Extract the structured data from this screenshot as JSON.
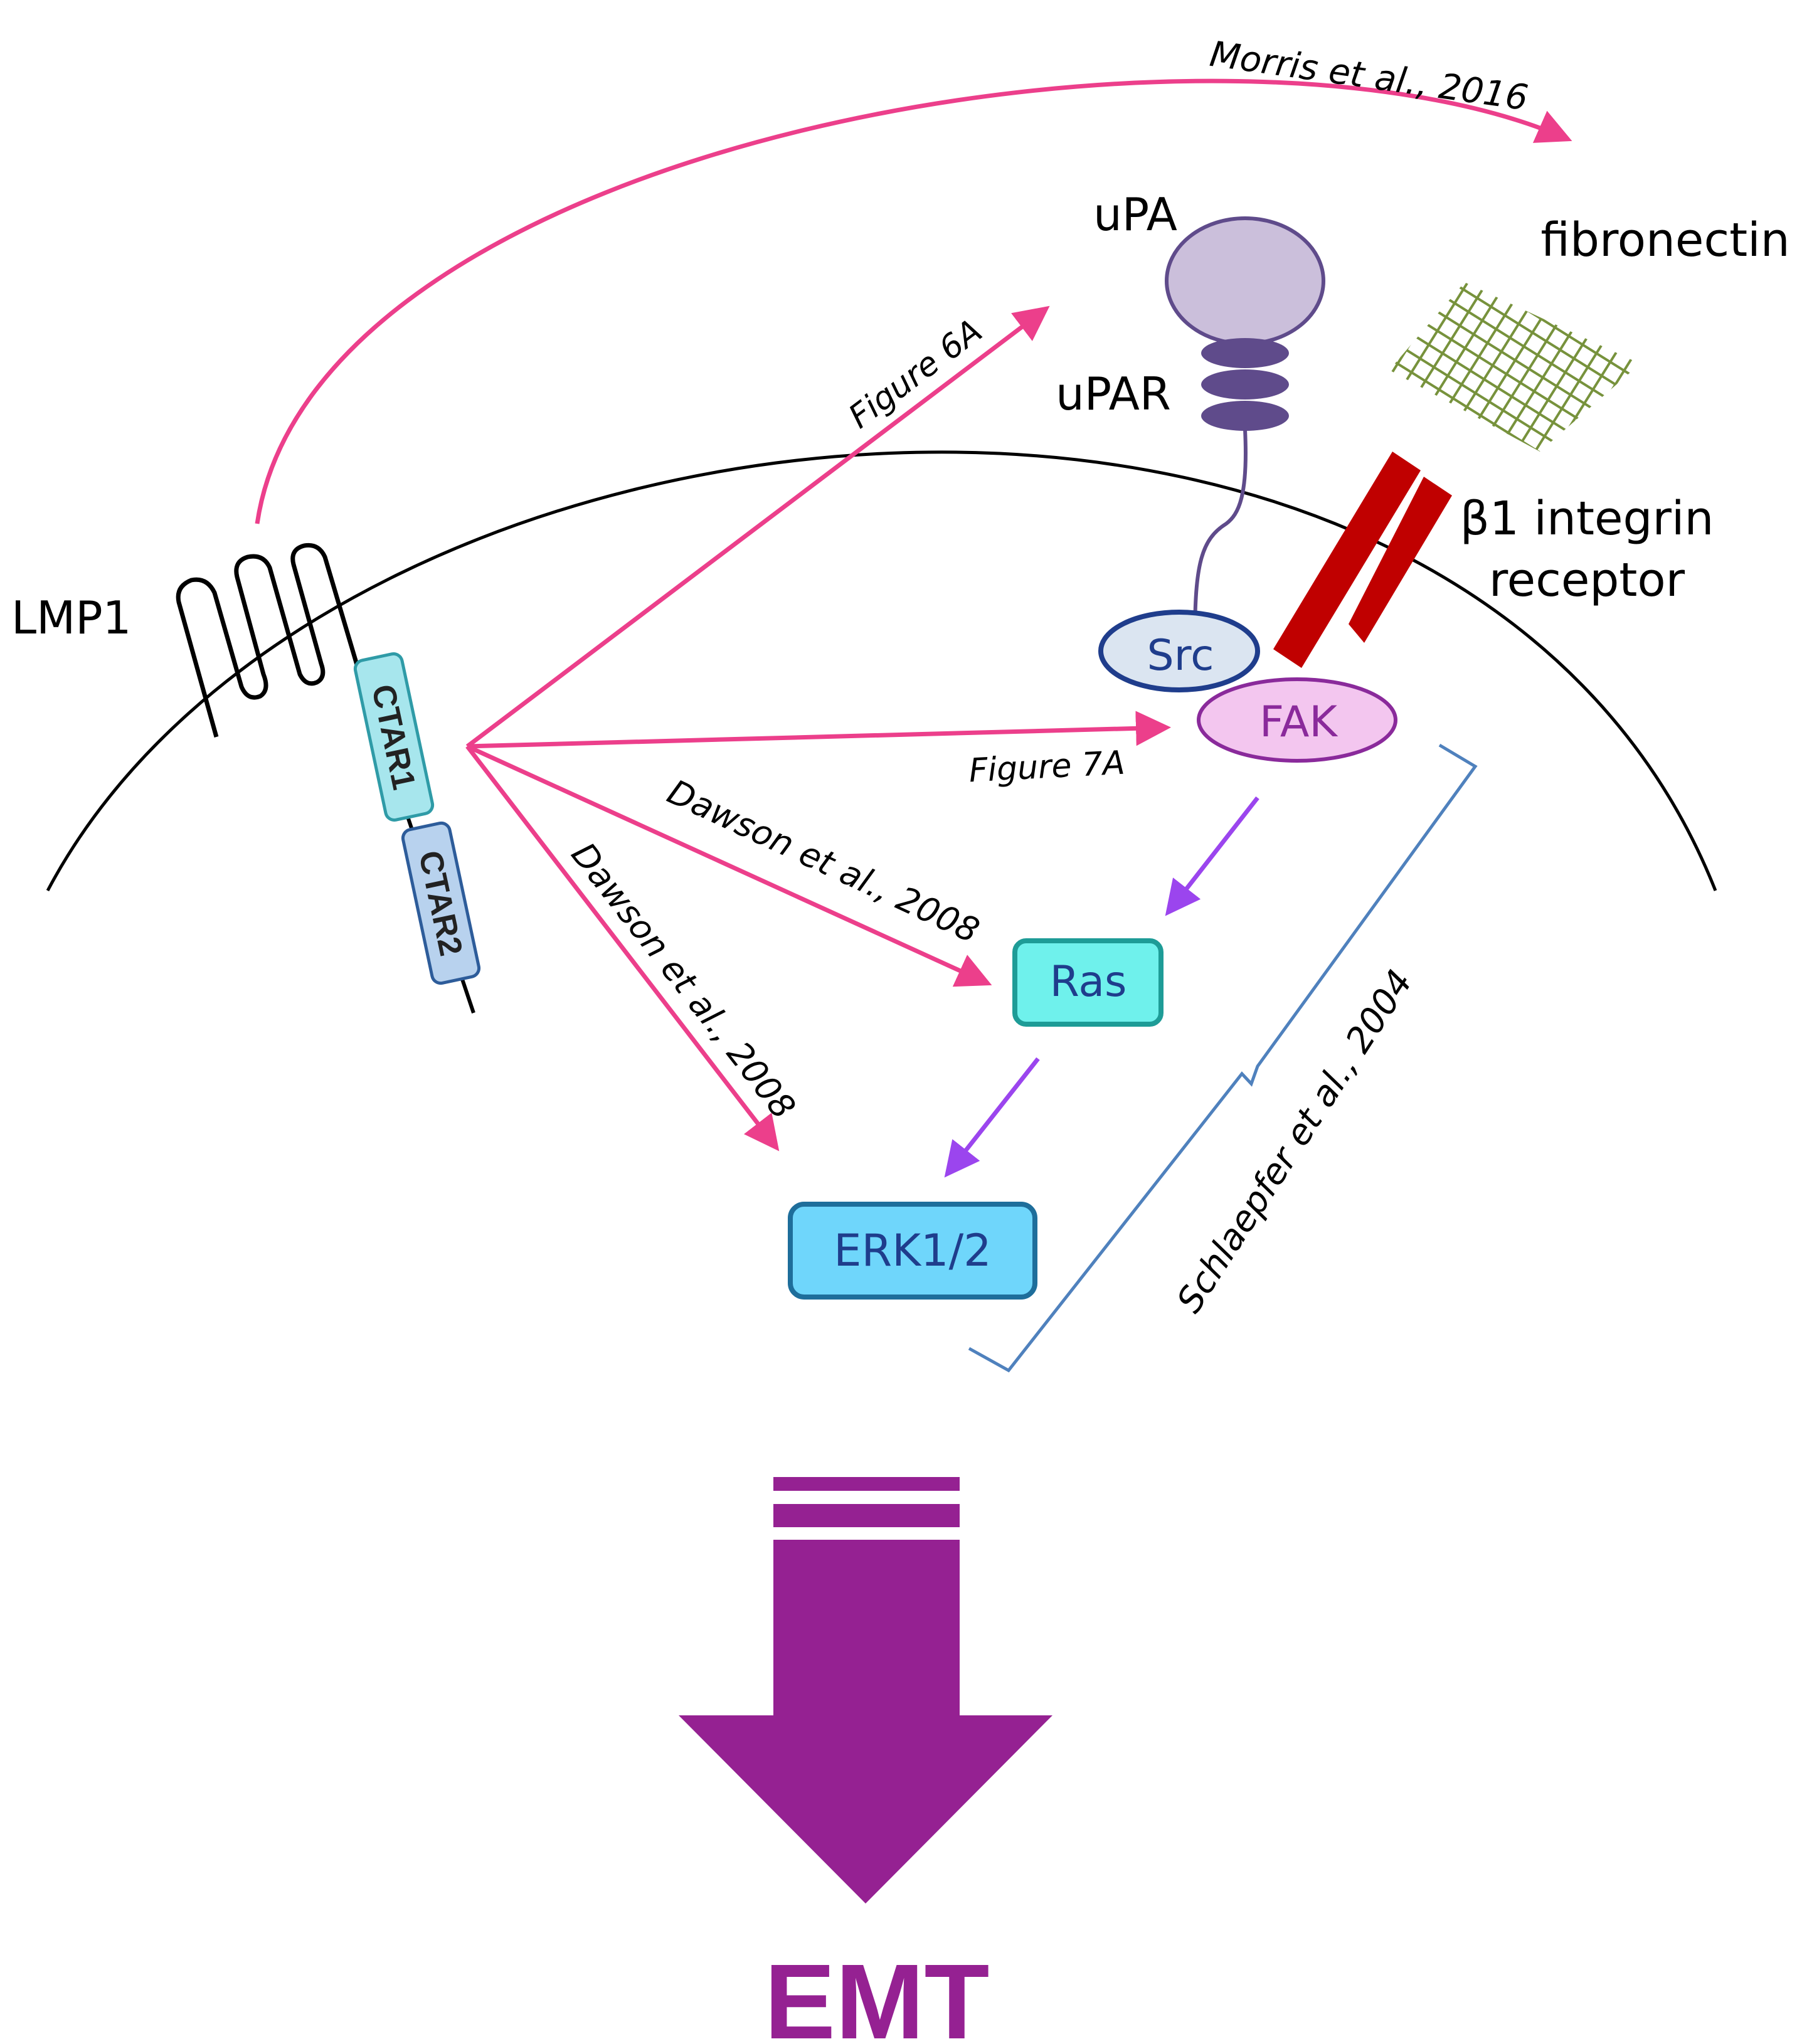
{
  "labels": {
    "lmp1": "LMP1",
    "ctar1": "CTAR1",
    "ctar2": "CTAR2",
    "upa": "uPA",
    "upar": "uPAR",
    "fibronectin": "fibronectin",
    "integrin_line1": "β1 integrin",
    "integrin_line2": "receptor",
    "src": "Src",
    "fak": "FAK",
    "ras": "Ras",
    "erk": "ERK1/2",
    "emt": "EMT"
  },
  "citations": {
    "morris": "Morris et al., 2016",
    "figure6a": "Figure 6A",
    "figure7a": "Figure 7A",
    "dawson_ras": "Dawson et al., 2008",
    "dawson_erk": "Dawson et al., 2008",
    "schlaepfer": "Schlaepfer et al., 2004"
  },
  "colors": {
    "lmp1_arrow": "#ec3f8b",
    "pathway_arrow": "#9b45ee",
    "emt_arrow": "#952192",
    "integrin": "#c00000",
    "fibronectin": "#77923c",
    "upa_fill": "#cbbfdb",
    "upar_fill": "#5f4b8b",
    "src_fill": "#dbe5f1",
    "src_stroke": "#1f3d8c",
    "fak_fill": "#f3c6ef",
    "fak_stroke": "#8a2a9b",
    "ras_fill": "#6ff1ec",
    "ras_stroke": "#1e9c97",
    "erk_fill": "#6fd6fb",
    "erk_stroke": "#1e6e9b",
    "bracket": "#4f81bd"
  }
}
